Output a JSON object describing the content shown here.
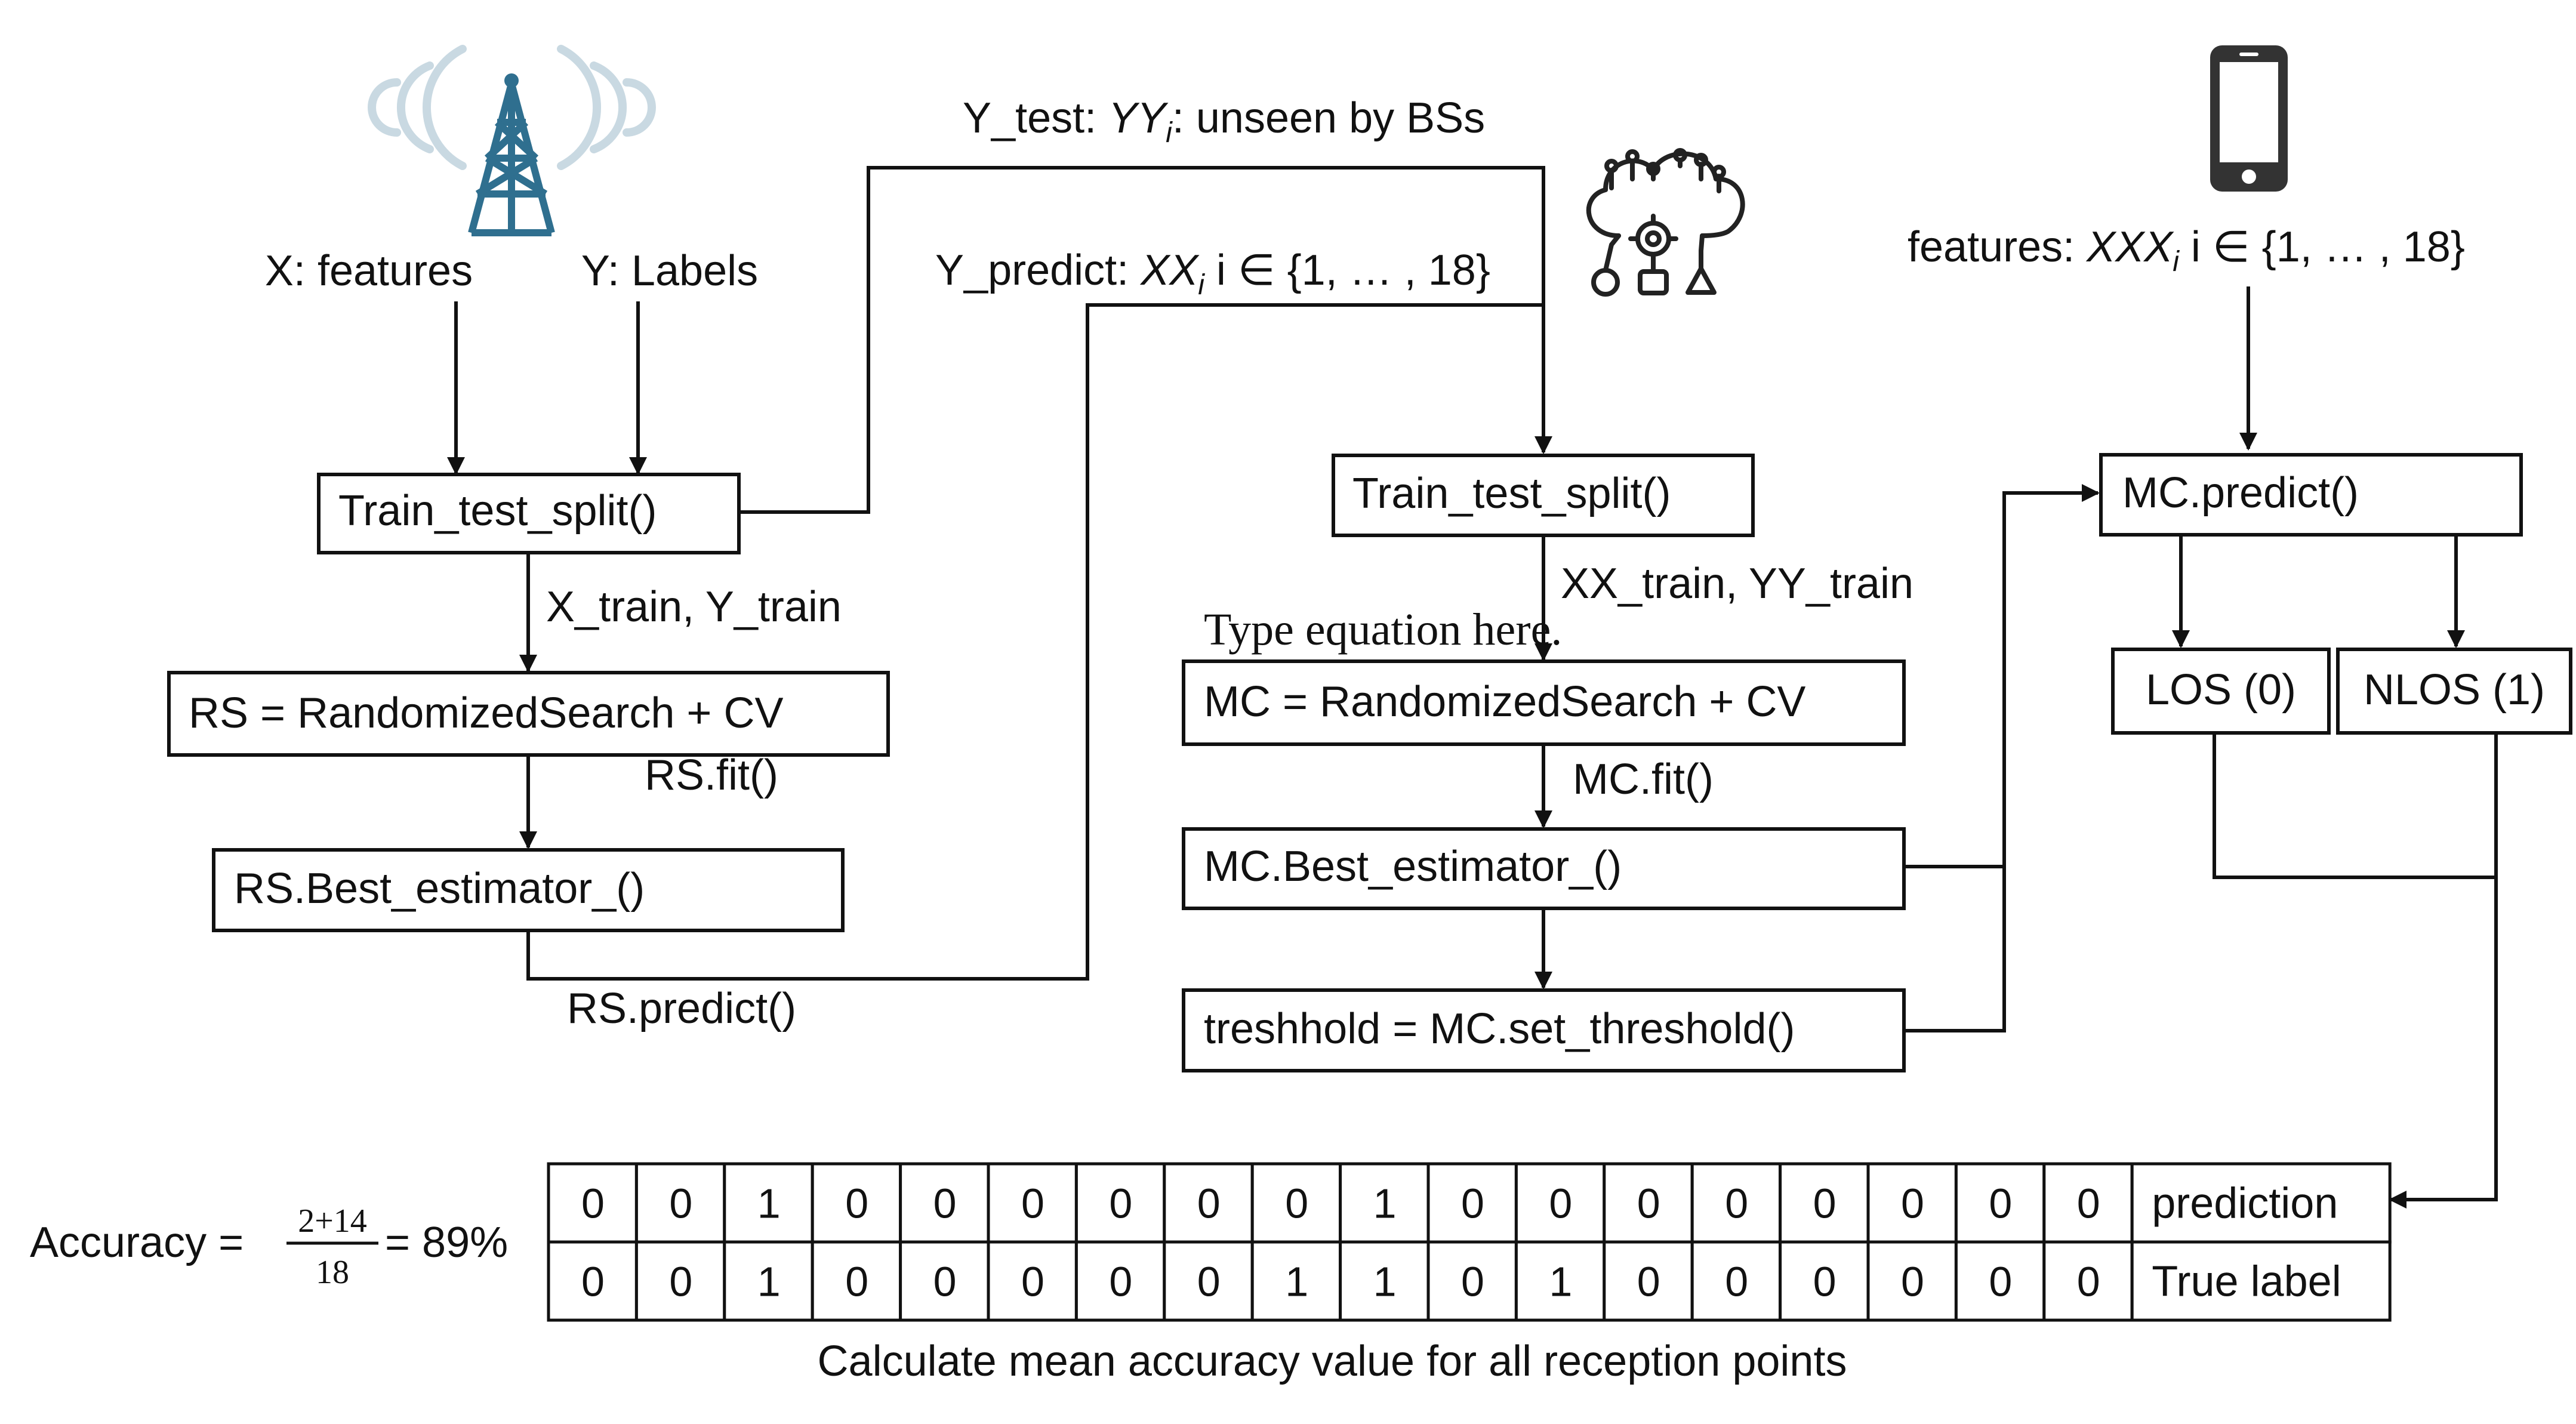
{
  "colors": {
    "line": "#111111",
    "tower": "#2f6f8f",
    "signal_arcs": "#c9d9e2",
    "phone": "#333333",
    "ml_icon": "#222222"
  },
  "icons": {
    "tower": "cell-tower-icon",
    "phone": "smartphone-icon",
    "ml": "ml-gear-network-icon"
  },
  "left": {
    "x_features": "X: features",
    "y_labels": "Y: Labels",
    "split_box": "Train_test_split()",
    "train_label": "X_train, Y_train",
    "rs_box": "RS = RandomizedSearch + CV",
    "fit_label": "RS.fit()",
    "best_box": "RS.Best_estimator_()",
    "predict_label": "RS.predict()"
  },
  "middle": {
    "ytest_prefix": "Y_test: ",
    "ytest_var": "YY",
    "ytest_sub": "i",
    "ytest_suffix": ": unseen by BSs",
    "ypred_prefix": "Y_predict: ",
    "ypred_var": "XX",
    "ypred_sub": "i",
    "ypred_set": " i ∈ {1, … , 18}",
    "split_box": "Train_test_split()",
    "train_label": "XX_train, YY_train",
    "overlay_note": "Type equation here.",
    "mc_box": "MC = RandomizedSearch + CV",
    "fit_label": "MC.fit()",
    "best_box": "MC.Best_estimator_()",
    "threshold_box": "treshhold = MC.set_threshold()"
  },
  "right": {
    "features_prefix": "features: ",
    "features_var": "XXX",
    "features_sub": "i",
    "features_set": " i ∈ {1, … , 18}",
    "predict_box": "MC.predict()",
    "los_box": "LOS (0)",
    "nlos_box": "NLOS (1)"
  },
  "accuracy": {
    "label": "Accuracy =",
    "numerator": "2+14",
    "denominator": "18",
    "result": "= 89%"
  },
  "table": {
    "rows": [
      {
        "label": "prediction",
        "cells": [
          "0",
          "0",
          "1",
          "0",
          "0",
          "0",
          "0",
          "0",
          "0",
          "1",
          "0",
          "0",
          "0",
          "0",
          "0",
          "0",
          "0",
          "0"
        ]
      },
      {
        "label": "True label",
        "cells": [
          "0",
          "0",
          "1",
          "0",
          "0",
          "0",
          "0",
          "0",
          "1",
          "1",
          "0",
          "1",
          "0",
          "0",
          "0",
          "0",
          "0",
          "0"
        ]
      }
    ]
  },
  "footer": "Calculate mean accuracy value for all reception points"
}
